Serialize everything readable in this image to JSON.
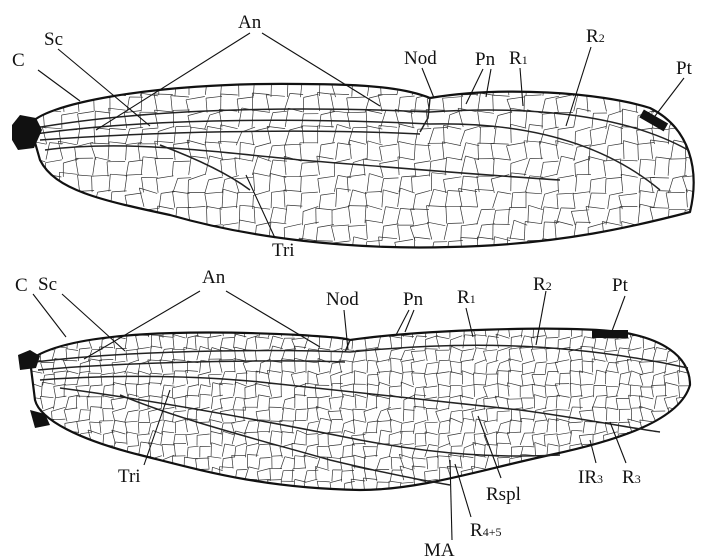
{
  "forewing": {
    "labels": {
      "C": "C",
      "Sc": "Sc",
      "An": "An",
      "Nod": "Nod",
      "Pn": "Pn",
      "R1_main": "R",
      "R1_sub": "1",
      "R2_main": "R",
      "R2_sub": "2",
      "Pt": "Pt",
      "Tri": "Tri"
    }
  },
  "hindwing": {
    "labels": {
      "C": "C",
      "Sc": "Sc",
      "An": "An",
      "Nod": "Nod",
      "Pn": "Pn",
      "R1_main": "R",
      "R1_sub": "1",
      "R2_main": "R",
      "R2_sub": "2",
      "Pt": "Pt",
      "Tri": "Tri",
      "Rspl": "Rspl",
      "IR3_main": "IR",
      "IR3_sub": "3",
      "R3_main": "R",
      "R3_sub": "3",
      "MA": "MA",
      "R45_main": "R",
      "R45_sub": "4+5"
    }
  },
  "colors": {
    "ink": "#111111",
    "background": "#ffffff"
  }
}
